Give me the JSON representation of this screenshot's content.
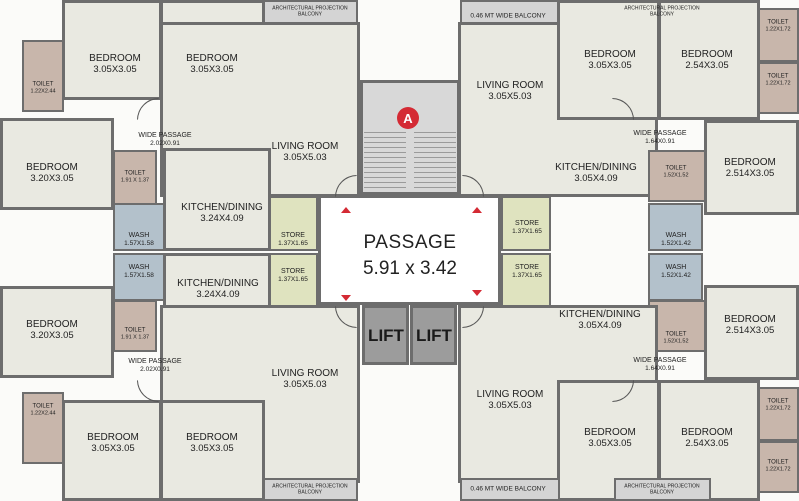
{
  "plan": {
    "marker": "A",
    "passage": {
      "name": "PASSAGE",
      "dims": "5.91 x 3.42"
    },
    "lifts": [
      "LIFT",
      "LIFT"
    ],
    "rooms": [
      {
        "id": "tl-bed1",
        "name": "BEDROOM",
        "dims": "3.05X3.05"
      },
      {
        "id": "tl-bed2",
        "name": "BEDROOM",
        "dims": "3.05X3.05"
      },
      {
        "id": "tl-toilet",
        "name": "TOILET",
        "dims": "1.22X2.44"
      },
      {
        "id": "tl-balcony",
        "name": "ARCHITECTURAL PROJECTION BALCONY",
        "dims": ""
      },
      {
        "id": "l-bed",
        "name": "BEDROOM",
        "dims": "3.20X3.05"
      },
      {
        "id": "l-widepassage",
        "name": "WIDE PASSAGE",
        "dims": "2.02X0.91"
      },
      {
        "id": "l-living",
        "name": "LIVING ROOM",
        "dims": "3.05X5.03"
      },
      {
        "id": "l-toilet",
        "name": "TOILET",
        "dims": "1.91 X 1.37"
      },
      {
        "id": "l-kitchen",
        "name": "KITCHEN/DINING",
        "dims": "3.24X4.09"
      },
      {
        "id": "l-wash",
        "name": "WASH",
        "dims": "1.57X1.58"
      },
      {
        "id": "l-store",
        "name": "STORE",
        "dims": "1.37X1.65"
      },
      {
        "id": "bl-wash",
        "name": "WASH",
        "dims": "1.57X1.58"
      },
      {
        "id": "bl-store",
        "name": "STORE",
        "dims": "1.37X1.65"
      },
      {
        "id": "bl-kitchen",
        "name": "KITCHEN/DINING",
        "dims": "3.24X4.09"
      },
      {
        "id": "bl-bed",
        "name": "BEDROOM",
        "dims": "3.20X3.05"
      },
      {
        "id": "bl-toilet",
        "name": "TOILET",
        "dims": "1.91 X 1.37"
      },
      {
        "id": "bl-widepassage",
        "name": "WIDE PASSAGE",
        "dims": "2.02X0.91"
      },
      {
        "id": "bl-living",
        "name": "LIVING ROOM",
        "dims": "3.05X5.03"
      },
      {
        "id": "bl-toilet2",
        "name": "TOILET",
        "dims": "1.22X2.44"
      },
      {
        "id": "bl-bed1",
        "name": "BEDROOM",
        "dims": "3.05X3.05"
      },
      {
        "id": "bl-bed2",
        "name": "BEDROOM",
        "dims": "3.05X3.05"
      },
      {
        "id": "bl-balcony",
        "name": "ARCHITECTURAL PROJECTION BALCONY",
        "dims": ""
      },
      {
        "id": "tr-widebalcony",
        "name": "0.46 MT WIDE BALCONY",
        "dims": ""
      },
      {
        "id": "tr-balcony",
        "name": "ARCHITECTURAL PROJECTION BALCONY",
        "dims": ""
      },
      {
        "id": "tr-living",
        "name": "LIVING ROOM",
        "dims": "3.05X5.03"
      },
      {
        "id": "tr-bed1",
        "name": "BEDROOM",
        "dims": "3.05X3.05"
      },
      {
        "id": "tr-bed2",
        "name": "BEDROOM",
        "dims": "2.54X3.05"
      },
      {
        "id": "tr-toilet1",
        "name": "TOILET",
        "dims": "1.22X1.72"
      },
      {
        "id": "tr-toilet2",
        "name": "TOILET",
        "dims": "1.22X1.72"
      },
      {
        "id": "r-widepassage",
        "name": "WIDE PASSAGE",
        "dims": "1.64X0.91"
      },
      {
        "id": "r-kitchen",
        "name": "KITCHEN/DINING",
        "dims": "3.05X4.09"
      },
      {
        "id": "r-bed",
        "name": "BEDROOM",
        "dims": "2.514X3.05"
      },
      {
        "id": "r-toilet",
        "name": "TOILET",
        "dims": "1.52X1.52"
      },
      {
        "id": "r-store",
        "name": "STORE",
        "dims": "1.37X1.65"
      },
      {
        "id": "r-wash",
        "name": "WASH",
        "dims": "1.52X1.42"
      },
      {
        "id": "br-store",
        "name": "STORE",
        "dims": "1.37X1.65"
      },
      {
        "id": "br-wash",
        "name": "WASH",
        "dims": "1.52X1.42"
      },
      {
        "id": "br-kitchen",
        "name": "KITCHEN/DINING",
        "dims": "3.05X4.09"
      },
      {
        "id": "br-toilet",
        "name": "TOILET",
        "dims": "1.52X1.52"
      },
      {
        "id": "br-bed",
        "name": "BEDROOM",
        "dims": "2.514X3.05"
      },
      {
        "id": "br-widepassage",
        "name": "WIDE PASSAGE",
        "dims": "1.64X0.91"
      },
      {
        "id": "br-living",
        "name": "LIVING ROOM",
        "dims": "3.05X5.03"
      },
      {
        "id": "br-bed1",
        "name": "BEDROOM",
        "dims": "3.05X3.05"
      },
      {
        "id": "br-bed2",
        "name": "BEDROOM",
        "dims": "2.54X3.05"
      },
      {
        "id": "br-toilet1",
        "name": "TOILET",
        "dims": "1.22X1.72"
      },
      {
        "id": "br-toilet2",
        "name": "TOILET",
        "dims": "1.22X1.72"
      },
      {
        "id": "br-widebalcony",
        "name": "0.46 MT WIDE BALCONY",
        "dims": ""
      },
      {
        "id": "br-balcony",
        "name": "ARCHITECTURAL PROJECTION BALCONY",
        "dims": ""
      }
    ]
  }
}
